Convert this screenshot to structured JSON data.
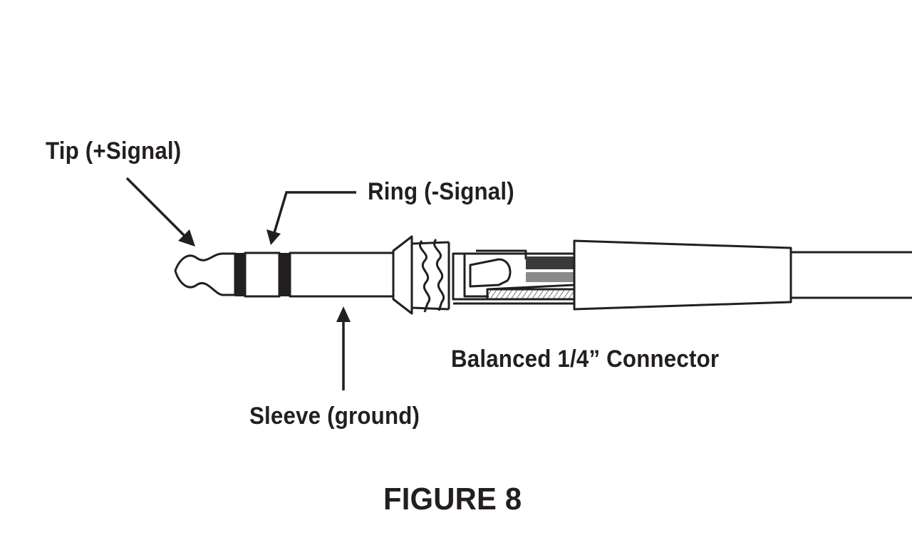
{
  "labels": {
    "tip": "Tip (+Signal)",
    "ring": "Ring (-Signal)",
    "sleeve": "Sleeve (ground)",
    "caption": "Balanced 1/4” Connector"
  },
  "figure_title": "FIGURE 8",
  "colors": {
    "ink": "#231f20",
    "background": "#ffffff",
    "wire_dark": "#3a3a3a",
    "wire_mid": "#8a8a8a"
  }
}
